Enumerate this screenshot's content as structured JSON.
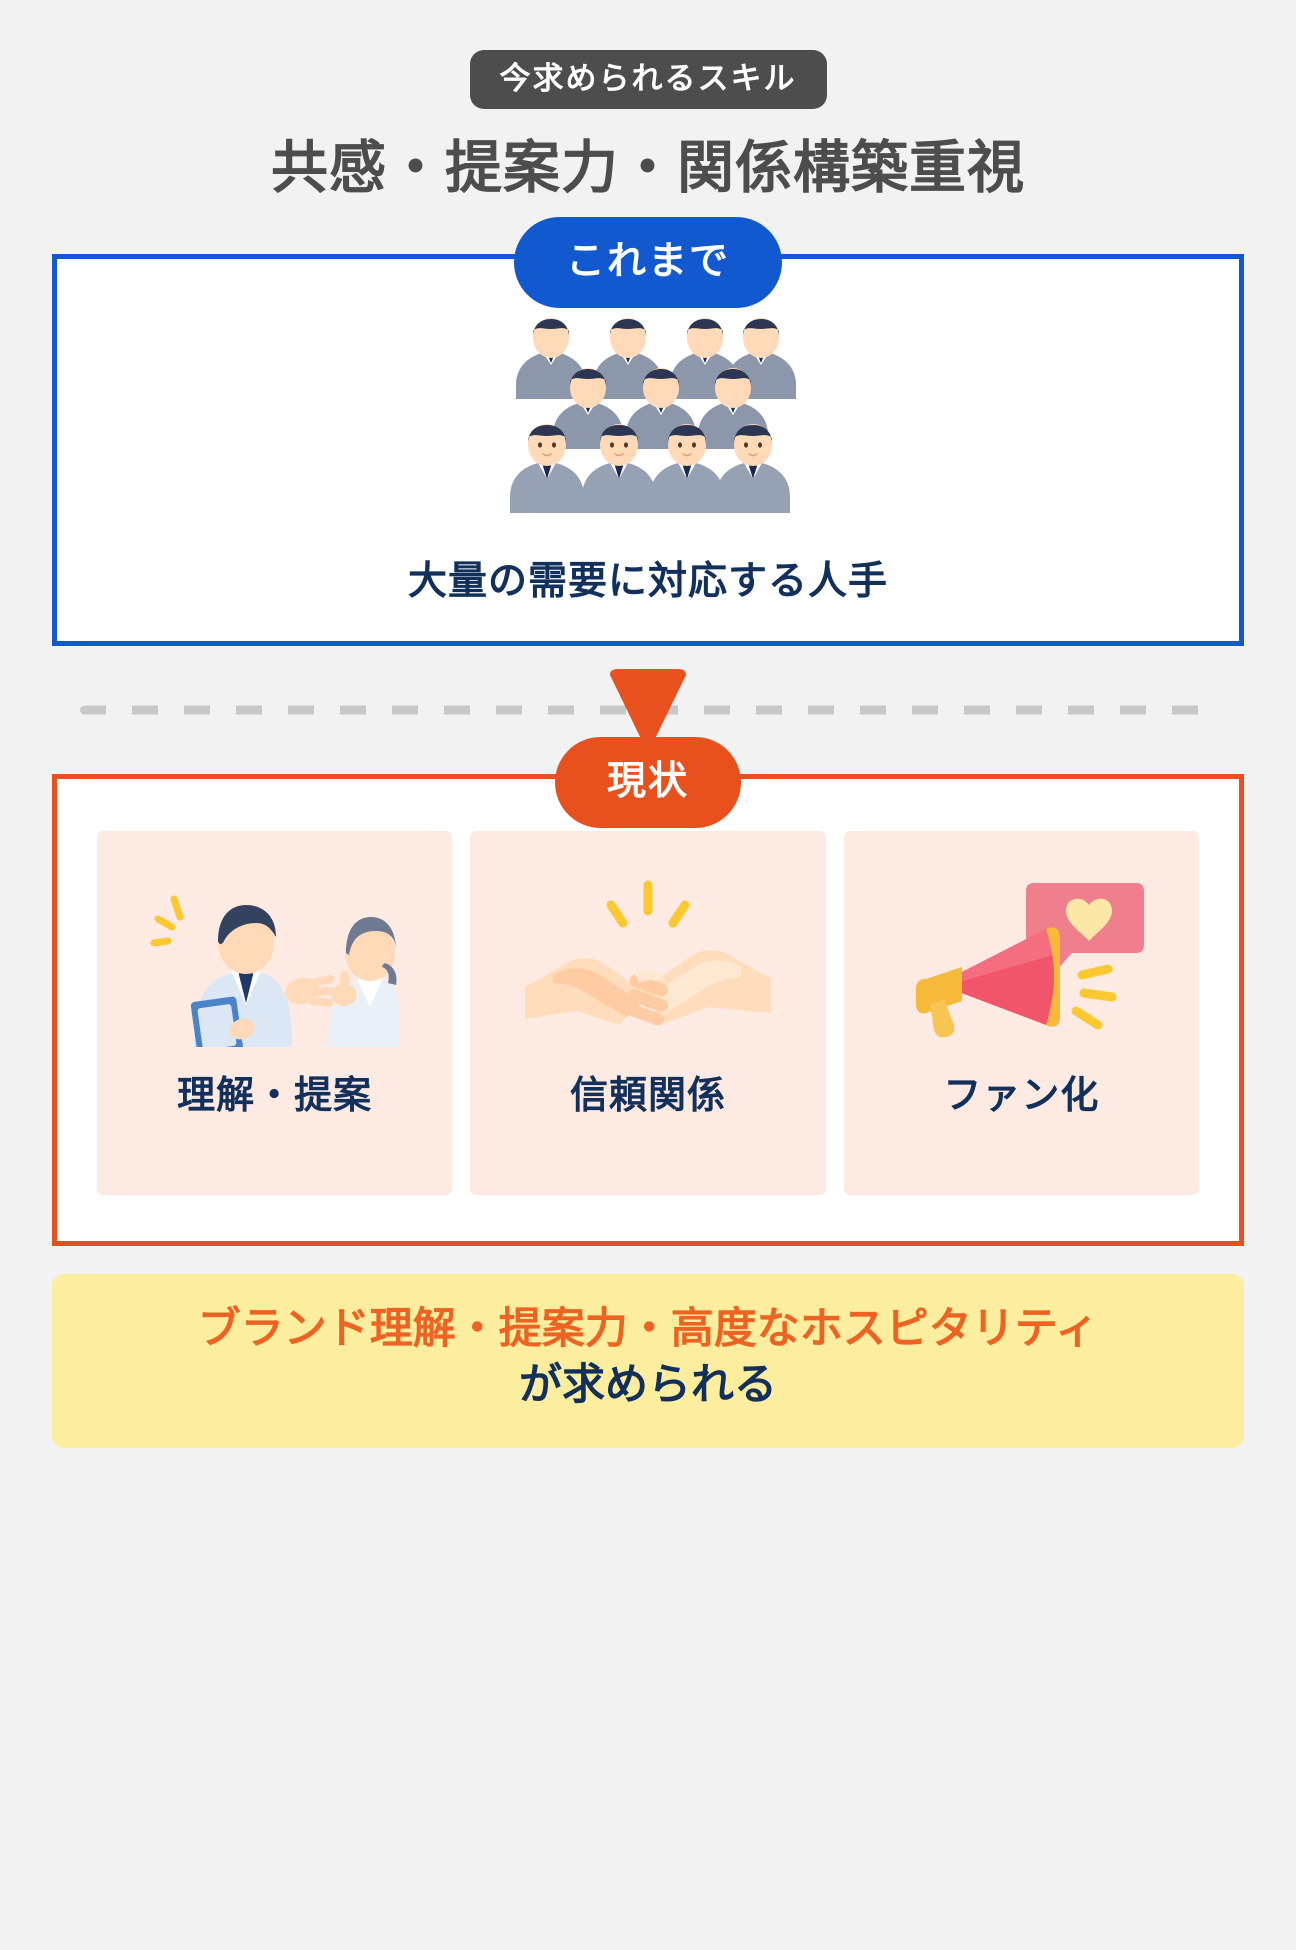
{
  "header": {
    "badge": "今求められるスキル",
    "title": "共感・提案力・関係構築重視"
  },
  "before": {
    "pill": "これまで",
    "caption": "大量の需要に対応する人手",
    "illustration": "crowd-of-businessmen-illustration"
  },
  "divider": {
    "arrow": "down-triangle-icon"
  },
  "now": {
    "pill": "現状",
    "cards": [
      {
        "label": "理解・提案",
        "illustration": "two-people-talking-illustration"
      },
      {
        "label": "信頼関係",
        "illustration": "handshake-illustration"
      },
      {
        "label": "ファン化",
        "illustration": "megaphone-heart-illustration"
      }
    ]
  },
  "note": {
    "line1": "ブランド理解・提案力・高度なホスピタリティ",
    "line2": "が求められる"
  },
  "colors": {
    "background": "#f2f2f2",
    "badge_bg": "#4d4d4d",
    "title_text": "#4d4d4d",
    "blue": "#1259d0",
    "orange": "#e8501e",
    "navy": "#12305c",
    "card_bg": "#fceae3",
    "note_bg": "#fcee9e",
    "note_orange": "#ee6322",
    "dash_gray": "#c8c8c8"
  }
}
